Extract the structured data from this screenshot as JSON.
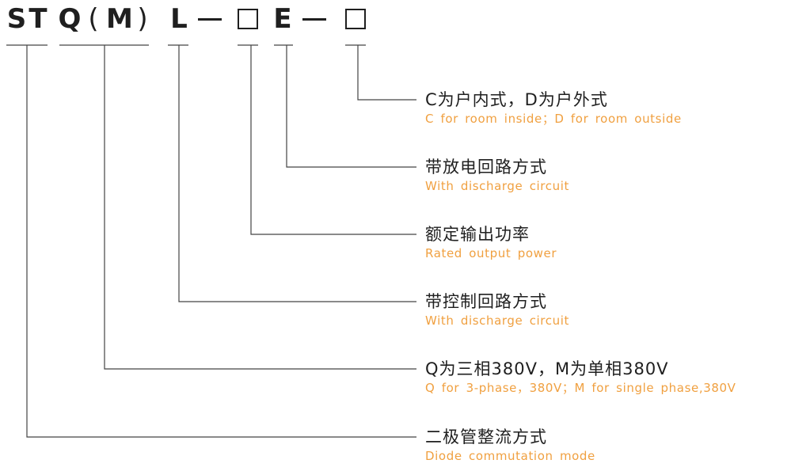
{
  "code": {
    "s": "S",
    "t": "T",
    "q": "Q",
    "lparen": "(",
    "m": "M",
    "rparen": ")",
    "l": "L",
    "e": "E"
  },
  "labels": [
    {
      "cn": "C为户内式，D为户外式",
      "en": "C for room inside；D for room outside"
    },
    {
      "cn": "带放电回路方式",
      "en": "With discharge circuit"
    },
    {
      "cn": "额定输出功率",
      "en": "Rated output power"
    },
    {
      "cn": "带控制回路方式",
      "en": "With discharge circuit"
    },
    {
      "cn": "Q为三相380V，M为单相380V",
      "en": "Q for 3-phase，380V；M for single phase,380V"
    },
    {
      "cn": "二极管整流方式",
      "en": "Diode commutation mode"
    }
  ],
  "colors": {
    "text": "#1f1f1f",
    "english": "#f0a040",
    "line": "#444444"
  }
}
